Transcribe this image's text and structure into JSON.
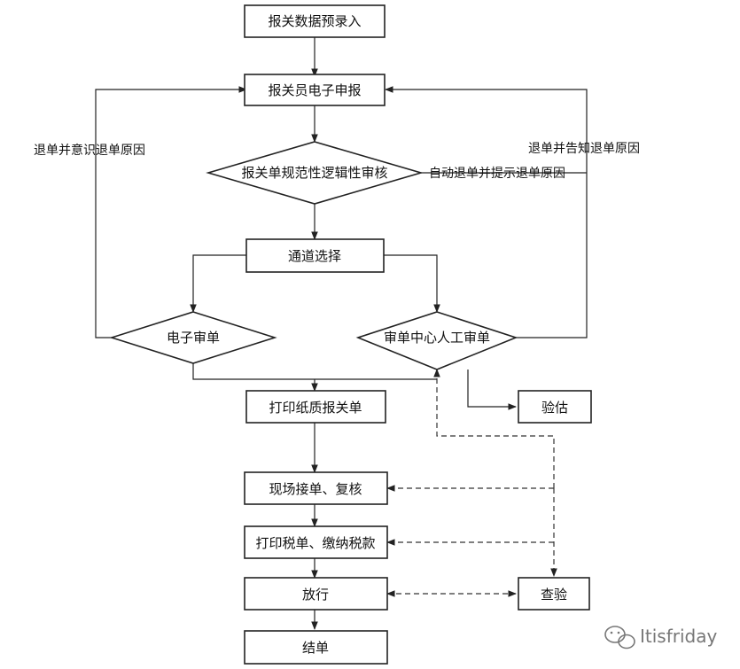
{
  "nodes": {
    "prerecord": "报关数据预录入",
    "declare": "报关员电子申报",
    "check": "报关单规范性逻辑性审核",
    "channel": "通道选择",
    "e_review": "电子审单",
    "manual_review": "审单中心人工审单",
    "print_form": "打印纸质报关单",
    "valuation": "验估",
    "receive": "现场接单、复核",
    "tax": "打印税单、缴纳税款",
    "inspection": "查验",
    "release": "放行",
    "close": "结单"
  },
  "edge_labels": {
    "left_return": "退单并意识退单原因",
    "right_return": "退单并告知退单原因",
    "auto_return": "自动退单并提示退单原因"
  },
  "watermark": {
    "text": "Itisfriday",
    "icon": "wechat-icon"
  }
}
